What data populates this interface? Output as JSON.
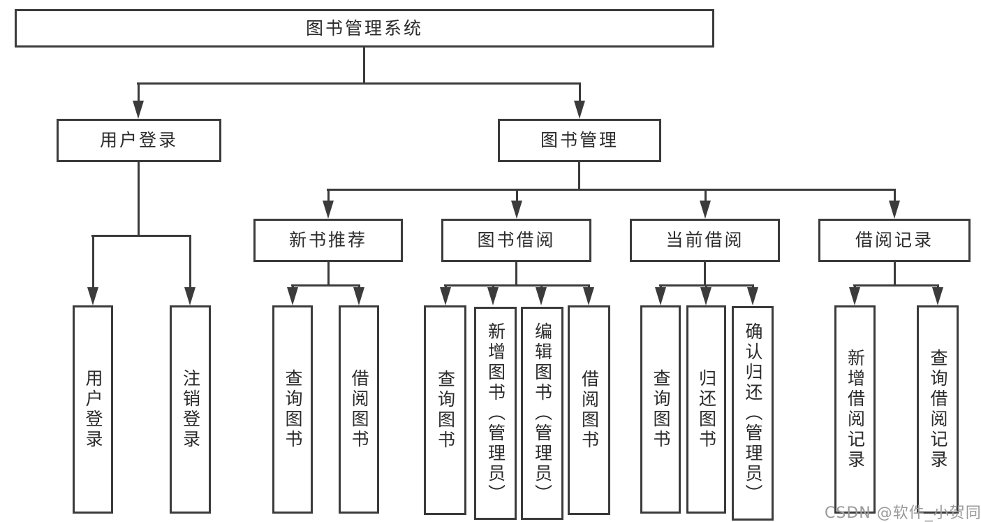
{
  "diagram": {
    "title": "图书管理系统",
    "root": {
      "label": "图书管理系统"
    },
    "branches": [
      {
        "label": "用户登录",
        "children": [
          {
            "label": "用户登录"
          },
          {
            "label": "注销登录"
          }
        ]
      },
      {
        "label": "图书管理",
        "children": [
          {
            "label": "新书推荐",
            "children": [
              {
                "label": "查询图书"
              },
              {
                "label": "借阅图书"
              }
            ]
          },
          {
            "label": "图书借阅",
            "children": [
              {
                "label": "查询图书"
              },
              {
                "label": "新增图书（管理员）"
              },
              {
                "label": "编辑图书（管理员）"
              },
              {
                "label": "借阅图书"
              }
            ]
          },
          {
            "label": "当前借阅",
            "children": [
              {
                "label": "查询图书"
              },
              {
                "label": "归还图书"
              },
              {
                "label": "确认归还（管理员）"
              }
            ]
          },
          {
            "label": "借阅记录",
            "children": [
              {
                "label": "新增借阅记录"
              },
              {
                "label": "查询借阅记录"
              }
            ]
          }
        ]
      }
    ]
  },
  "watermark": "CSDN @软件_小贺同学",
  "colors": {
    "line": "#3b3b3b",
    "text": "#2b2b2b",
    "watermark": "#9a9a9a",
    "background": "#ffffff"
  }
}
